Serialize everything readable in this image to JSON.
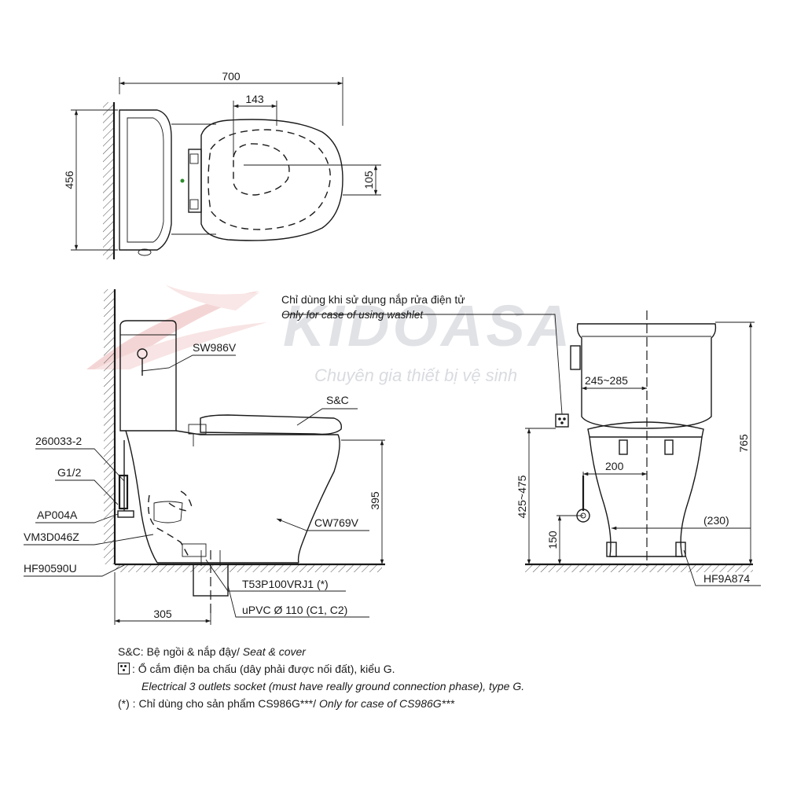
{
  "watermark": {
    "brand": "KIDOASA",
    "tagline": "Chuyên gia thiết bị vệ sinh"
  },
  "top_view": {
    "dim_width": "700",
    "dim_depth": "456",
    "dim_offset": "143",
    "dim_center": "105"
  },
  "side_view": {
    "labels": {
      "tank": "SW986V",
      "seat": "S&C",
      "bowl": "CW769V",
      "supply_hose": "260033-2",
      "thread": "G1/2",
      "valve": "AP004A",
      "trap": "VM3D046Z",
      "flange": "HF90590U",
      "adapter": "T53P100VRJ1 (*)",
      "drain_pipe": "uPVC Ø 110 (C1, C2)"
    },
    "dim_height": "395",
    "dim_rough_in": "305"
  },
  "front_view": {
    "note_vi": "Chỉ dùng khi sử dụng nắp rửa điện tử",
    "note_en": "Only for case of using washlet",
    "dim_socket_height": "425~475",
    "dim_tank_width": "245~285",
    "dim_supply_offset": "200",
    "dim_total_height": "765",
    "dim_supply_height": "150",
    "dim_bolt_spacing": "(230)",
    "bolt_label": "HF9A874"
  },
  "legend": {
    "line1_key": "S&C:",
    "line1_vi": " Bệ ngồi & nắp đậy/ ",
    "line1_en": "Seat & cover",
    "line2_key": ":",
    "line2_vi": " Ổ cắm điện ba chấu (dây phải được nối đất), kiểu G.",
    "line3_en": "Electrical 3 outlets socket (must have really ground connection phase), type G.",
    "line4_key": "(*) :",
    "line4_vi": " Chỉ dùng cho sản phẩm CS986G***/ ",
    "line4_en": "Only for case of CS986G***"
  }
}
